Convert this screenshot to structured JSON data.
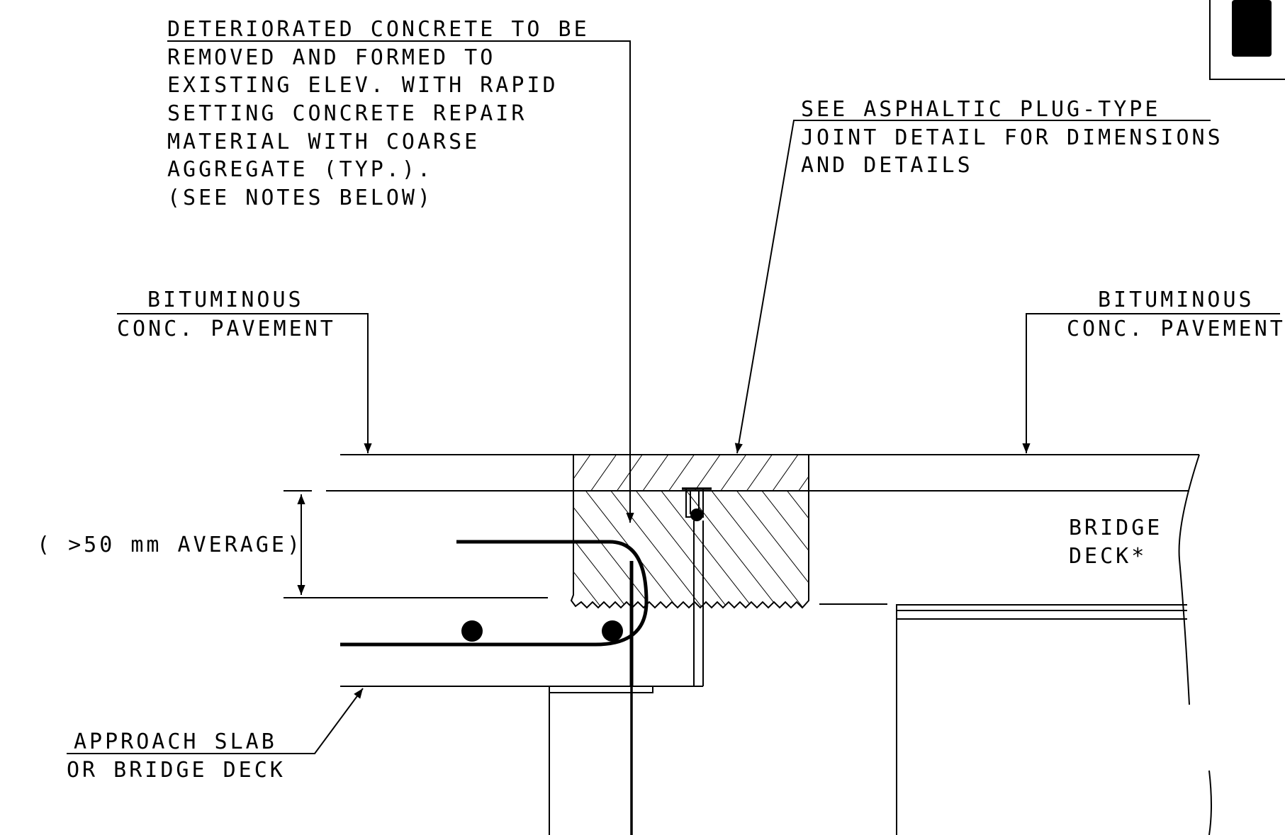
{
  "labels": {
    "deteriorated_concrete": [
      "DETERIORATED CONCRETE TO BE",
      "REMOVED AND FORMED TO",
      "EXISTING ELEV. WITH RAPID",
      "SETTING CONCRETE REPAIR",
      "MATERIAL  WITH COARSE",
      "AGGREGATE (TYP.).",
      " (SEE NOTES BELOW)"
    ],
    "asphaltic_plug": [
      "SEE ASPHALTIC PLUG-TYPE",
      "JOINT DETAIL FOR DIMENSIONS",
      "AND DETAILS"
    ],
    "pavement_left": [
      "BITUMINOUS",
      "CONC. PAVEMENT"
    ],
    "pavement_right": [
      "BITUMINOUS",
      "CONC. PAVEMENT"
    ],
    "depth_dimension": "( >50 mm AVERAGE)",
    "bridge_deck": [
      "BRIDGE",
      "DECK*"
    ],
    "approach_slab": [
      "APPROACH SLAB",
      "OR BRIDGE DECK"
    ]
  },
  "colors": {
    "ink": "#000000",
    "paper": "#ffffff"
  }
}
